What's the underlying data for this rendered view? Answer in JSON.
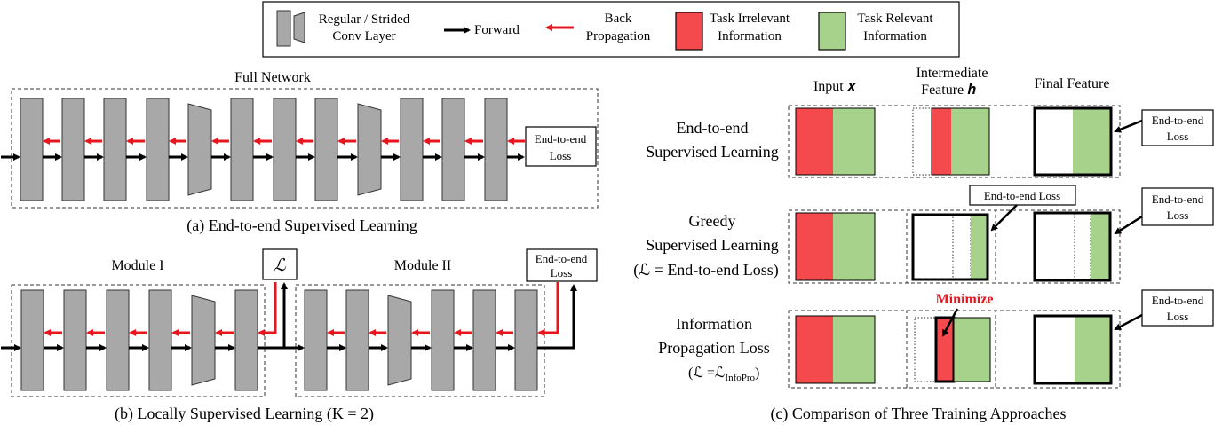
{
  "legend": {
    "conv_label": [
      "Regular / Strided",
      "Conv Layer"
    ],
    "forward": "Forward",
    "back": [
      "Back",
      "Propagation"
    ],
    "task_irrelevant": [
      "Task Irrelevant",
      "Information"
    ],
    "task_relevant": [
      "Task Relevant",
      "Information"
    ]
  },
  "panel_a": {
    "title": "Full Network",
    "loss": [
      "End-to-end",
      "Loss"
    ],
    "caption": "(a) End-to-end Supervised Learning"
  },
  "panel_b": {
    "module1": "Module I",
    "module2": "Module II",
    "local_loss": "ℒ",
    "loss": [
      "End-to-end",
      "Loss"
    ],
    "caption": "(b) Locally Supervised Learning  (K = 2)"
  },
  "panel_c": {
    "col_input": "Input 𝒙",
    "col_intermediate": [
      "Intermediate",
      "Feature 𝒉"
    ],
    "col_final": "Final Feature",
    "rows": [
      {
        "title": [
          "End-to-end",
          "Supervised Learning"
        ],
        "final_loss": [
          "End-to-end",
          "Loss"
        ]
      },
      {
        "title": [
          "Greedy",
          "Supervised Learning",
          "(ℒ = End-to-end Loss)"
        ],
        "mid_loss": "End-to-end Loss",
        "final_loss": [
          "End-to-end",
          "Loss"
        ]
      },
      {
        "title": [
          "Information",
          "Propagation Loss"
        ],
        "subtitle_main": "(ℒ =ℒ",
        "subtitle_sub": "InfoPro",
        "subtitle_end": ")",
        "minimize": "Minimize",
        "final_loss": [
          "End-to-end",
          "Loss"
        ]
      }
    ],
    "caption": "(c) Comparison of Three Training Approaches"
  },
  "colors": {
    "task_irrelevant": "#f44a4e",
    "task_relevant": "#a6d28c",
    "conv": "#a8a8a8",
    "backprop": "#e8141e",
    "minimize": "#e8141e"
  }
}
